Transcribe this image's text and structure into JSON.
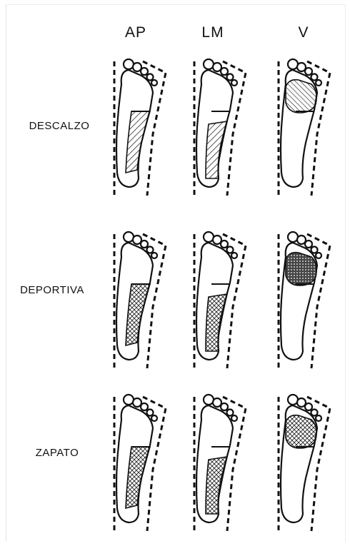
{
  "columns": [
    "AP",
    "LM",
    "V"
  ],
  "rows": [
    "DESCALZO",
    "DEPORTIVA",
    "ZAPATO"
  ]
}
